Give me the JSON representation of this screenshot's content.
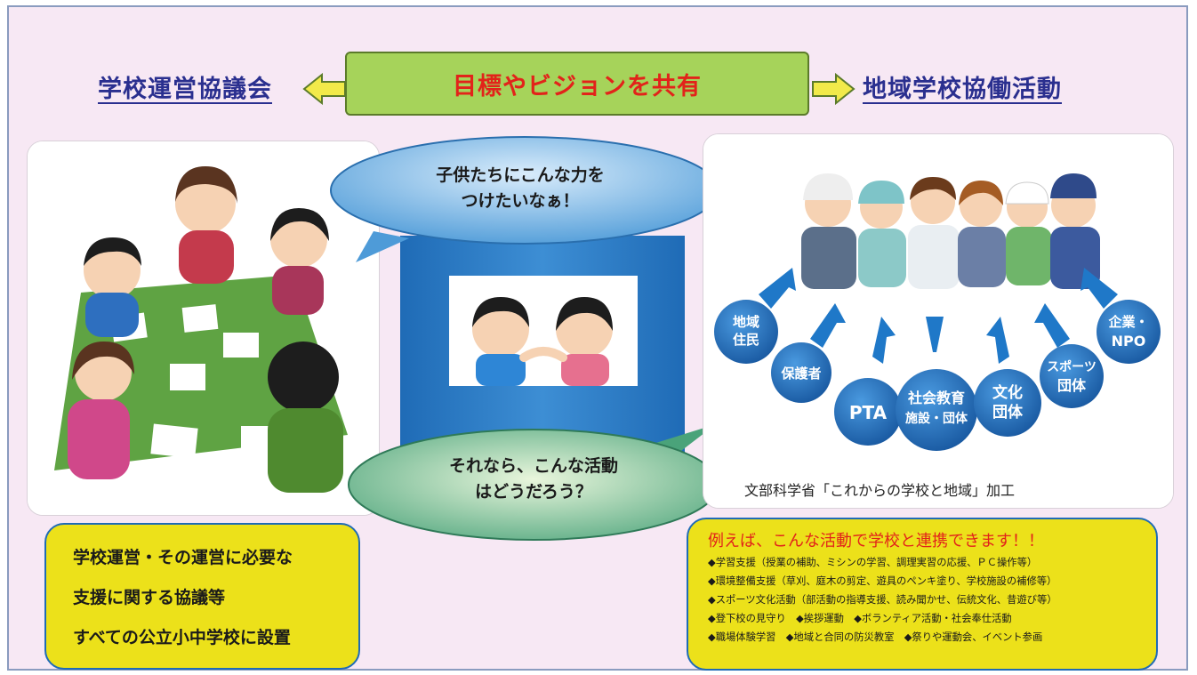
{
  "header": {
    "left_title": "学校運営協議会",
    "center_banner": "目標やビジョンを共有",
    "right_title": "地域学校協働活動"
  },
  "speech": {
    "top_line1": "子供たちにこんな力を",
    "top_line2": "つけたいなぁ！",
    "bottom_line1": "それなら、こんな活動",
    "bottom_line2": "はどうだろう？"
  },
  "groups": [
    {
      "line1": "地域",
      "line2": "住民"
    },
    {
      "line1": "保護者",
      "line2": ""
    },
    {
      "line1": "PTA",
      "line2": ""
    },
    {
      "line1": "社会教育",
      "line2": "施設・団体"
    },
    {
      "line1": "文化",
      "line2": "団体"
    },
    {
      "line1": "スポーツ",
      "line2": "団体"
    },
    {
      "line1": "企業・",
      "line2": "NPO"
    }
  ],
  "caption": "文部科学省「これからの学校と地域」加工",
  "left_box": {
    "line1": "学校運営・その運営に必要な",
    "line2": "支援に関する協議等",
    "line3": "すべての公立小中学校に設置"
  },
  "right_box": {
    "title": "例えば、こんな活動で学校と連携できます！！",
    "line1": "◆学習支援（授業の補助、ミシンの学習、調理実習の応援、ＰＣ操作等）",
    "line2": "◆環境整備支援（草刈、庭木の剪定、遊具のペンキ塗り、学校施設の補修等）",
    "line3": "◆スポーツ文化活動（部活動の指導支援、読み聞かせ、伝統文化、昔遊び等）",
    "line4": "◆登下校の見守り　◆挨拶運動　◆ボランティア活動・社会奉仕活動",
    "line5": "◆職場体験学習　◆地域と合同の防災教室　◆祭りや運動会、イベント参画"
  },
  "colors": {
    "banner": "#a6d35a",
    "banner_text": "#e2231a",
    "heading": "#2a2f8f",
    "circle": "#2472bd",
    "box": "#ece11a",
    "background": "#f7e8f4"
  }
}
